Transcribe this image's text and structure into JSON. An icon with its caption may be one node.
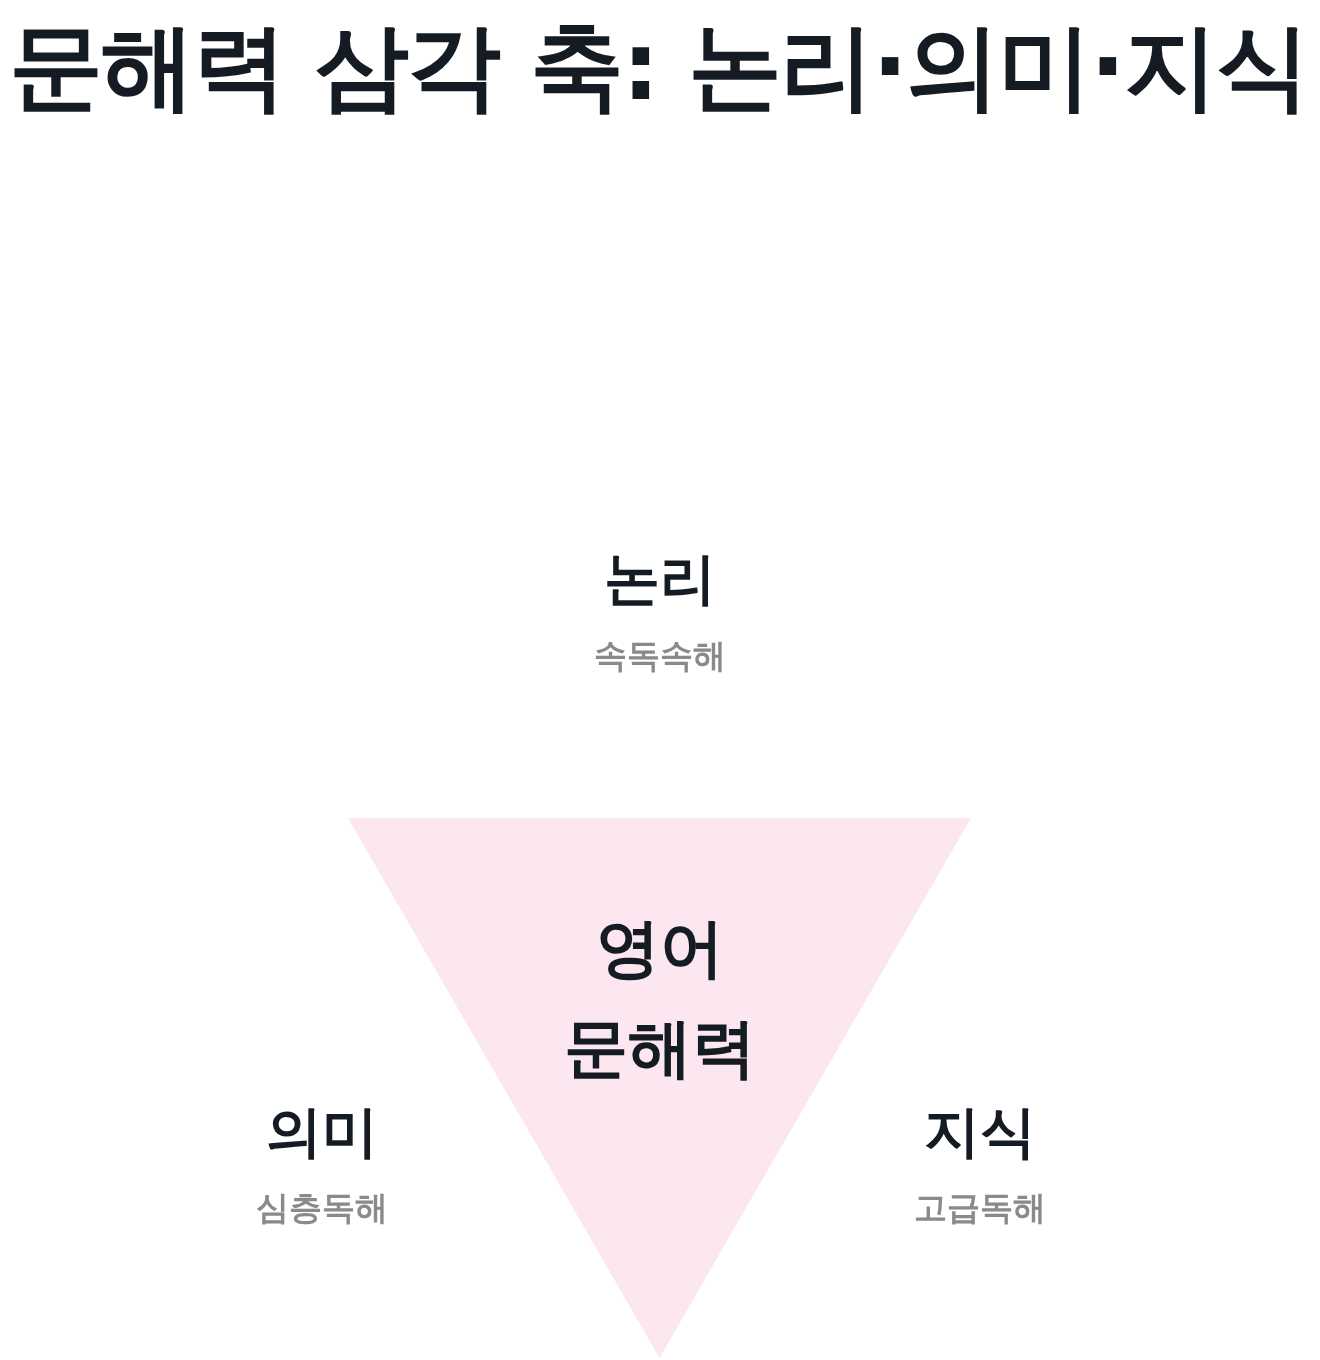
{
  "diagram": {
    "title": "문해력 삼각 축: 논리·의미·지식",
    "nodes": [
      {
        "text": [
          "영어 문해력"
        ]
      }
    ],
    "labels": [
      "논리",
      "속독속해",
      "의미",
      "심층독해",
      "지식",
      "고급독해"
    ]
  }
}
